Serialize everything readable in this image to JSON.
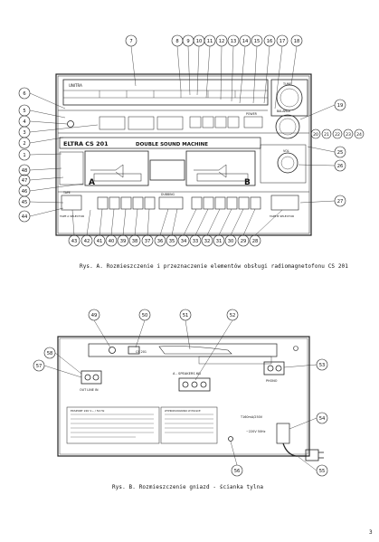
{
  "page": {
    "number": "3",
    "caption_a": "Rys. A. Rozmieszczenie i przeznaczenie elementów obsługi radiomagnetofonu CS 201",
    "caption_b": "Rys. B. Rozmieszczenie gniazd - ścianka tylna"
  },
  "front_panel": {
    "model": "ELTRA CS 201",
    "slogan": "DOUBLE SOUND MACHINE",
    "brand": "UNITRA",
    "deck_a": "A",
    "deck_b": "B",
    "label_tune": "TUNE",
    "label_balance": "BALANCE",
    "label_vol": "VOL",
    "label_power": "POWER",
    "label_dubbing": "DUBBING",
    "label_tape": "TAPE",
    "label_tape_b_selector": "TAPE B SELECTOR",
    "label_tape_a_selector": "TAPE A SELECTOR",
    "callouts_top": [
      "7",
      "8",
      "9",
      "10",
      "11",
      "12",
      "13",
      "14",
      "15",
      "16",
      "17",
      "18"
    ],
    "callouts_left": [
      "6",
      "5",
      "4",
      "3",
      "2",
      "1",
      "48",
      "47",
      "46",
      "45",
      "44"
    ],
    "callouts_right": [
      "19",
      "20",
      "21",
      "22",
      "23",
      "24",
      "25",
      "26",
      "27"
    ],
    "callouts_bottom": [
      "43",
      "42",
      "41",
      "40",
      "39",
      "38",
      "37",
      "36",
      "35",
      "34",
      "33",
      "32",
      "31",
      "30",
      "29",
      "28"
    ]
  },
  "back_panel": {
    "callouts": [
      "49",
      "50",
      "51",
      "52",
      "53",
      "54",
      "55",
      "56",
      "57",
      "58"
    ],
    "label_speakers": "A - SPEAKERS 6Ω",
    "label_out_line": "OUT LINE IN",
    "label_phono": "PHONO",
    "label_power_in": "~220V 50Hz",
    "label_fuse": "T160mA/250V",
    "label_serial": "CS 201",
    "label_left_text": "EKSPORT 220 V~ / 50 Hz",
    "label_right_text": "WYPRODUKOWANO W POLSCE"
  }
}
